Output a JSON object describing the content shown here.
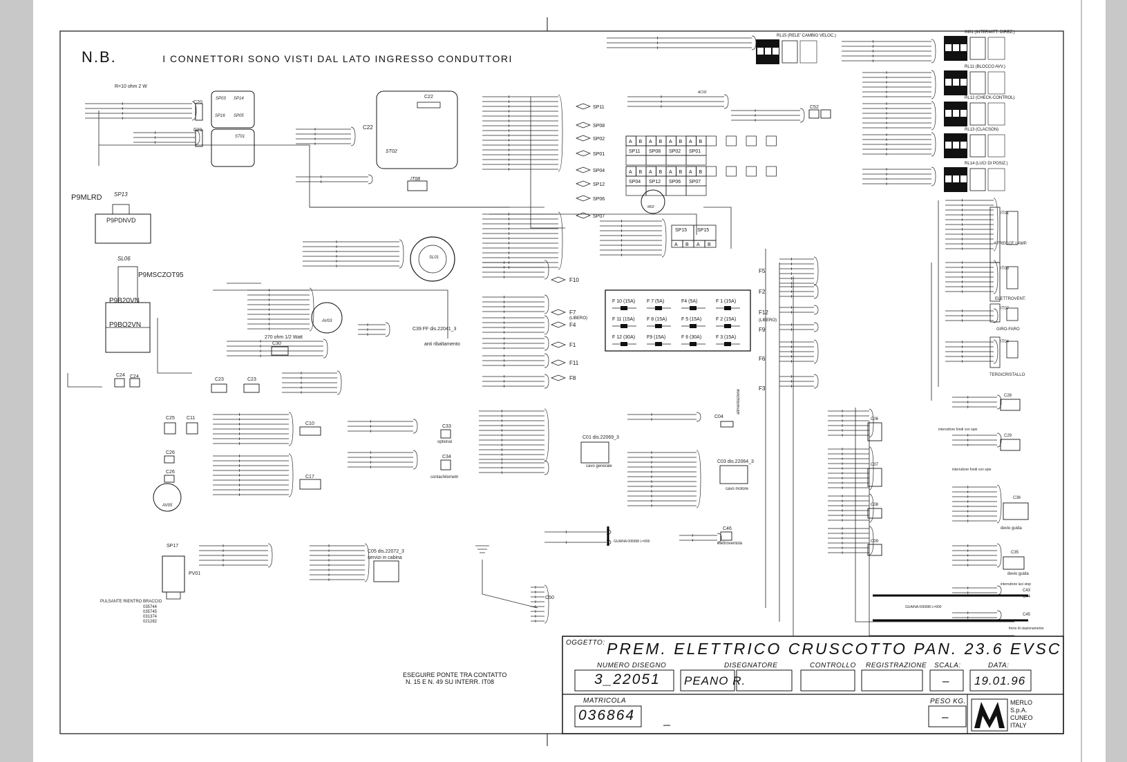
{
  "note": {
    "nb": "N.B.",
    "text": "I CONNETTORI SONO VISTI DAL LATO INGRESSO CONDUTTORI"
  },
  "title_block": {
    "oggetto_label": "OGGETTO:",
    "oggetto_value": "PREM. ELETTRICO CRUSCOTTO PAN. 23.6 EVSC",
    "numero_label": "NUMERO DISEGNO",
    "numero_value": "3_22051",
    "disegnatore_label": "DISEGNATORE",
    "disegnatore_value": "PEANO R.",
    "controllo_label": "CONTROLLO",
    "registrazione_label": "REGISTRAZIONE",
    "scala_label": "SCALA:",
    "scala_value": "–",
    "data_label": "DATA:",
    "data_value": "19.01.96",
    "matricola_label": "MATRICOLA",
    "matricola_value": "036864",
    "peso_label": "PESO KG.",
    "peso_value": "–",
    "company": [
      "MERLO",
      "S.p.A.",
      "CUNEO",
      "ITALY"
    ]
  },
  "bridge_note": [
    "ESEGUIRE PONTE TRA CONTATTO",
    "N. 15 E N. 49 SU INTERR. IT08"
  ],
  "fuse_box": [
    {
      "label": "F 10 (15A)"
    },
    {
      "label": "F 7 (5A)"
    },
    {
      "label": "F4 (5A)"
    },
    {
      "label": "F 1 (15A)"
    },
    {
      "label": "F 11 (15A)"
    },
    {
      "label": "F 8 (15A)"
    },
    {
      "label": "F 5 (15A)"
    },
    {
      "label": "F 2 (15A)"
    },
    {
      "label": "F 12 (30A)"
    },
    {
      "label": "F9 (15A)"
    },
    {
      "label": "F 6 (30A)"
    },
    {
      "label": "F 3 (15A)"
    }
  ],
  "sp_grid": {
    "top": [
      "SP11",
      "SP08",
      "SP02",
      "SP01"
    ],
    "bottom": [
      "SP04",
      "SP12",
      "SP06",
      "SP07"
    ],
    "ab": [
      "A",
      "B"
    ]
  },
  "sp15": [
    "SP15",
    "SP15"
  ],
  "relays": [
    {
      "label": "RL15 (RELE' CAMBIO VELOC.)"
    },
    {
      "label": "IN01 (INTERMITT. DIREZ.)"
    },
    {
      "label": "RL11 (BLOCCO AVV.)"
    },
    {
      "label": "RL12 (CHECK-CONTROL)"
    },
    {
      "label": "RL13 (CLACSON)"
    },
    {
      "label": "RL14 (LUCI DI POSIZ.)"
    }
  ],
  "components": {
    "p9mlrd": "P9MLRD",
    "sp13": "SP13",
    "p9pdnvd": "P9PDNVD",
    "sl06": "SL06",
    "p9msczot95": "P9MSCZOT95",
    "p9b20vn": "P9B20VN",
    "p9b02vn": "P9BO2VN",
    "r10": "R=10 ohm 2 W",
    "c20": "C20",
    "c21": "C21",
    "c22": "C22",
    "st02": "ST02",
    "st01": "ST01",
    "sp03": "SP03",
    "sp14": "SP14",
    "sp16": "SP16",
    "sp05": "SP05",
    "it08": "IT08",
    "sl01": "SL01",
    "av03": "AV03",
    "av05": "AV05",
    "c30": "C30",
    "r270": "270 ohm 1/2 Watt",
    "c39": "C39 FF dis.22041_3",
    "c39_sub": "anti ribaltamento",
    "c24a": "C24",
    "c24b": "C24",
    "c23a": "C23",
    "c23b": "C23",
    "c25": "C25",
    "c11": "C11",
    "c10": "C10",
    "c26a": "C26",
    "c26b": "C26",
    "c17": "C17",
    "c33": "C33",
    "c33_sub": "optional",
    "c34": "C34",
    "c34_sub": "contachilometri",
    "c01": "C01 dis.22069_3",
    "c01_sub": "cavo generale",
    "c03": "C03 dis.22064_3",
    "c03_sub": "cavo motore",
    "c04": "C04",
    "c04_sub": "alimentazione",
    "c05": "C05 dis.22072_3",
    "c05_sub": "servizi in cabina",
    "c46": "C46",
    "c46_sub": "elettroventola",
    "c50": "C50",
    "sp17": "SP17",
    "pv01": "PV01",
    "pulsante": "PULSANTE RIENTRO BRACCIO",
    "pulsante_codes": [
      "035744",
      "035745",
      "031374",
      "021282"
    ],
    "guaina1": "GUAINA 006998 L=900",
    "guaina2": "GUAINA 006998 L=900",
    "m02": "M02",
    "ac02": "AC02",
    "c52": "C52",
    "it01": "IT01",
    "it01_sub": "4 FRECCE LAMP.",
    "it03": "IT03",
    "it03_sub": "ELETTROVENT.",
    "it07": "IT07",
    "it07_sub": "GIRO-FARO",
    "it04": "IT04",
    "it04_sub": "TERGICRISTALLO",
    "c28": "C28",
    "c29": "C29",
    "int_fondi1": "interruttore fondi con spie",
    "int_fondi2": "interruttore fondi con spie",
    "c36": "C36",
    "c36_sub": "devio guida",
    "c35": "C35",
    "c35_sub": "devio guida",
    "c43": "C43",
    "c44": "C44",
    "c43_sub": "interruttore luci stop",
    "c45": "C45",
    "c45_sub": "freno di stazionamento",
    "c06": "C06",
    "c07": "C07",
    "c08": "C08",
    "c09": "C09"
  },
  "fuse_labels": [
    "F10",
    "F7",
    "F4",
    "F1",
    "F11",
    "F8"
  ],
  "fuse_labels_libero": "(LIBERO)",
  "right_fuse_labels": [
    "F5",
    "F2",
    "F12",
    "F9",
    "F6",
    "F3"
  ],
  "sp_labels": [
    "SP11",
    "SP08",
    "SP02",
    "SP01",
    "SP04",
    "SP12",
    "SP06",
    "SP07"
  ]
}
